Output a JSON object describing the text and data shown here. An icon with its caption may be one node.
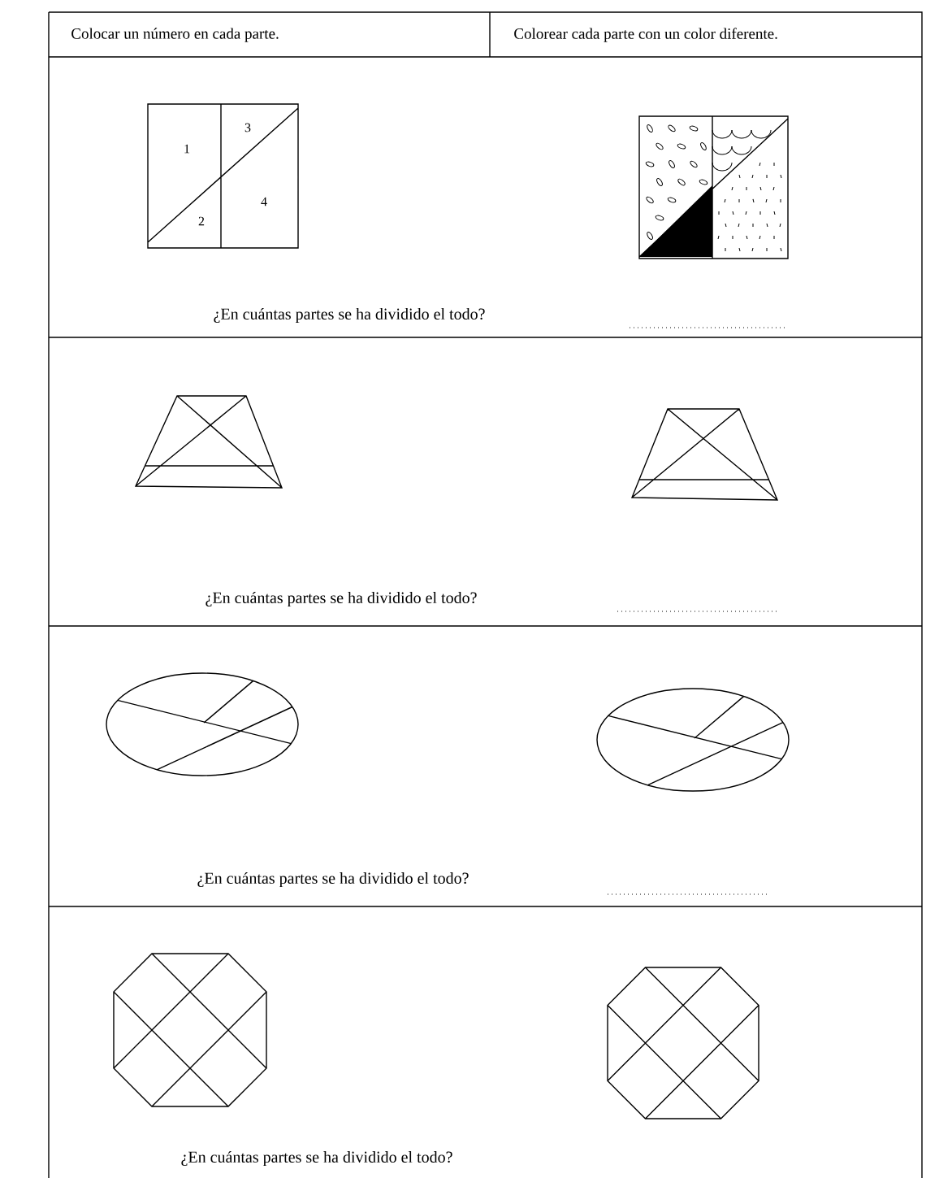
{
  "diagram": {
    "labels": [
      "Colocar un número en cada parte.",
      "Colorear cada parte con un color diferente.",
      "1",
      "3",
      "2",
      "4",
      "¿En cuántas partes se ha dividido el todo?",
      "¿En cuántas partes se ha dividido el todo?",
      "¿En cuántas partes se ha dividido el todo?",
      "¿En cuántas partes se ha dividido el todo?"
    ]
  }
}
